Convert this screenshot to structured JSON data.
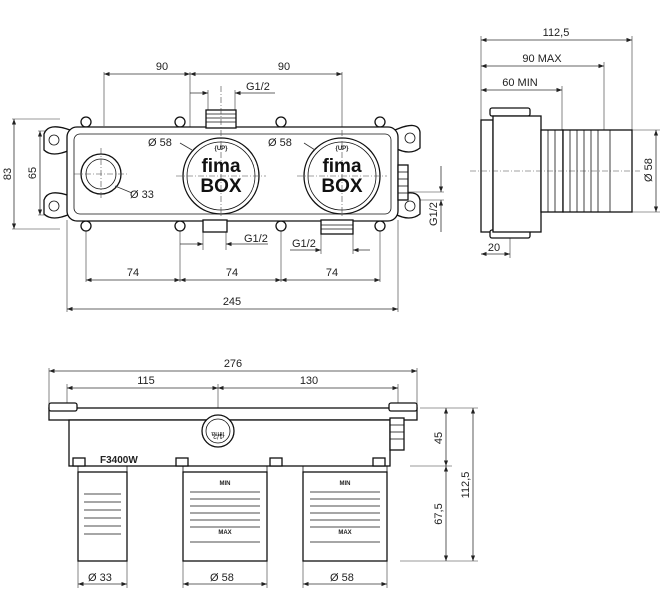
{
  "front": {
    "dims": {
      "spacing_left": "90",
      "spacing_right": "90",
      "top_port": "G1/2",
      "bottom_port_left": "G1/2",
      "bottom_port_right": "G1/2",
      "side_port": "G1/2",
      "height_outer": "83",
      "height_inner": "65",
      "seg1": "74",
      "seg2": "74",
      "seg3": "74",
      "total": "245"
    },
    "outlet_diameter": "Ø 33",
    "valves": [
      {
        "diameter": "Ø 58",
        "badge": "{UP}",
        "brand": "fima",
        "box": "BOX"
      },
      {
        "diameter": "Ø 58",
        "badge": "{UP}",
        "brand": "fima",
        "box": "BOX"
      }
    ]
  },
  "side": {
    "dims": {
      "overall": "112,5",
      "max": "90 MAX",
      "min": "60 MIN",
      "flange": "20",
      "diameter": "Ø 58"
    }
  },
  "bottom": {
    "dims": {
      "total": "276",
      "left": "115",
      "right": "130",
      "upper_height": "45",
      "lower_height": "67,5",
      "overall_height": "112,5"
    },
    "model": "F3400W",
    "plug_label": "fima",
    "plug_size": "1/2",
    "min_label": "MIN",
    "max_label": "MAX",
    "dia_left": "Ø 33",
    "dia_mid": "Ø 58",
    "dia_right": "Ø 58"
  }
}
